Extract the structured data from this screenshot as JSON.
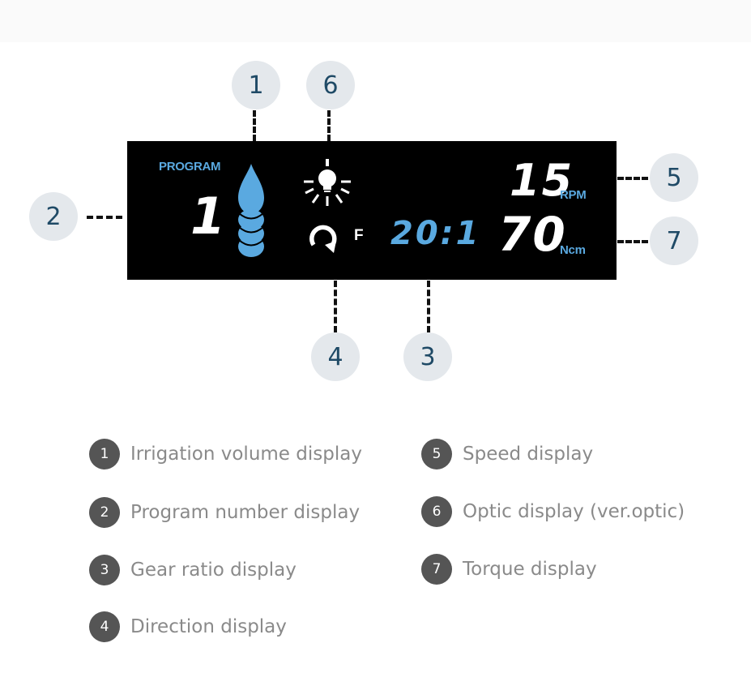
{
  "lcd": {
    "program_label": "PROGRAM",
    "program_number": "1",
    "gear_ratio": "20:1",
    "direction_letter": "F",
    "speed_value": "15",
    "speed_unit": "RPM",
    "torque_value": "70",
    "torque_unit": "Ncm",
    "colors": {
      "background": "#000000",
      "accent": "#5aa9e0",
      "segment": "#ffffff"
    },
    "icons": [
      "water-drop-icon",
      "light-bulb-icon",
      "rotation-direction-icon"
    ]
  },
  "callouts": {
    "c1": "1",
    "c2": "2",
    "c3": "3",
    "c4": "4",
    "c5": "5",
    "c6": "6",
    "c7": "7"
  },
  "legend": [
    {
      "num": "1",
      "text": "Irrigation volume display"
    },
    {
      "num": "2",
      "text": "Program number display"
    },
    {
      "num": "3",
      "text": "Gear ratio display"
    },
    {
      "num": "4",
      "text": "Direction display"
    },
    {
      "num": "5",
      "text": "Speed display"
    },
    {
      "num": "6",
      "text": "Optic display (ver.optic)"
    },
    {
      "num": "7",
      "text": "Torque display"
    }
  ]
}
